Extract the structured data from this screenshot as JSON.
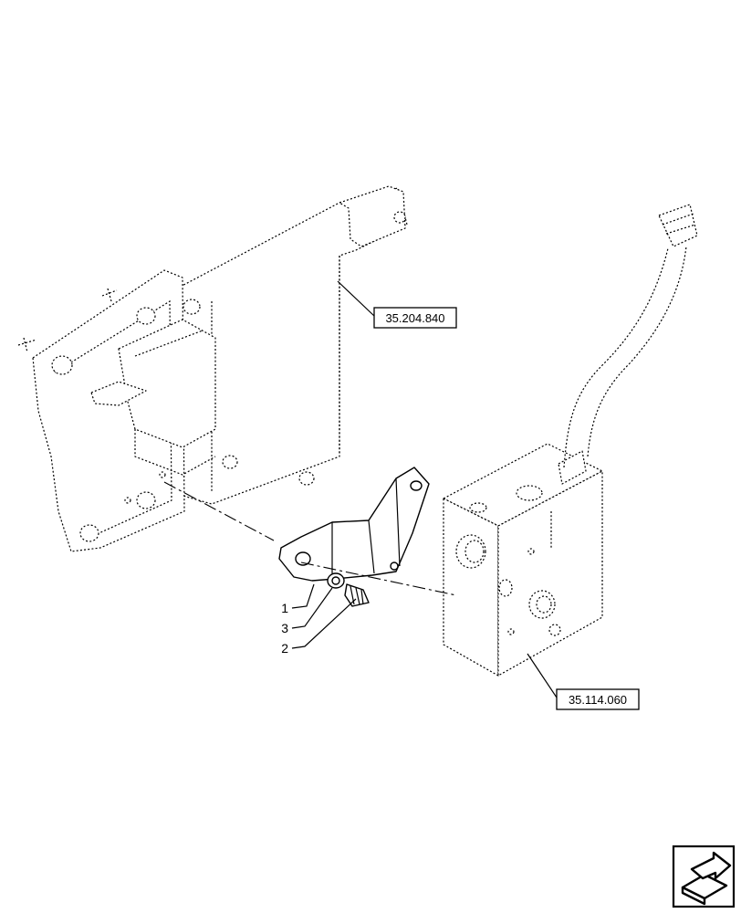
{
  "references": {
    "bracket_ref": "35.204.840",
    "valve_ref": "35.114.060"
  },
  "items": {
    "item_1": "1",
    "item_3": "3",
    "item_2": "2"
  },
  "icons": {
    "navigation": "next-page-arrow-icon"
  }
}
